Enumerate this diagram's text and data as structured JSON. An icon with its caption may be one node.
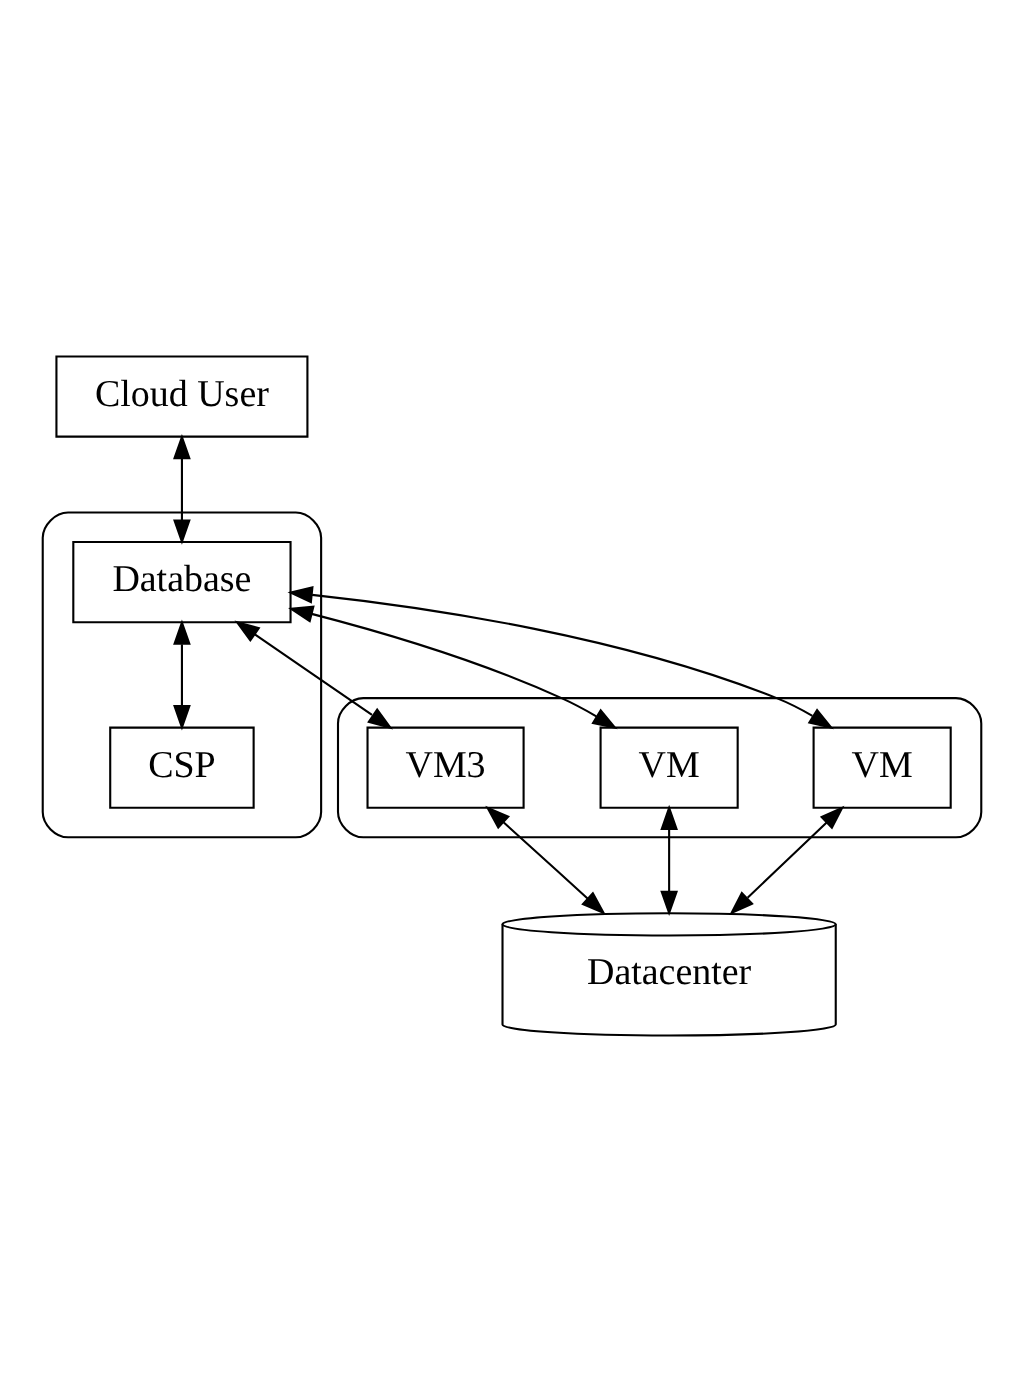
{
  "diagram": {
    "nodes": [
      {
        "text": [
          "Cloud User"
        ]
      },
      {
        "text": [],
        "shape": "box"
      },
      {
        "text": [
          "Database"
        ],
        "in": 1
      },
      {
        "text": [
          "CSP"
        ],
        "in": 1
      },
      {
        "text": [],
        "shape": "box"
      },
      {
        "text": [
          "VM"
        ],
        "in": 4
      },
      {
        "text": [
          "VM"
        ],
        "in": 4
      },
      {
        "text": [
          "VM3"
        ],
        "in": 4
      },
      {
        "text": [
          "Datacenter"
        ]
      }
    ],
    "edges": [
      {
        "from": 0,
        "to": 2,
        "arrow": "both"
      },
      {
        "from": 2,
        "to": 3,
        "arrow": "both"
      },
      {
        "from": 2,
        "to": 5,
        "arrow": "both"
      },
      {
        "from": 2,
        "to": 6,
        "arrow": "both"
      },
      {
        "from": 2,
        "to": 7,
        "arrow": "both"
      },
      {
        "from": 5,
        "to": 8,
        "arrow": "both"
      },
      {
        "from": 6,
        "to": 8,
        "arrow": "both"
      },
      {
        "from": 7,
        "to": 8,
        "arrow": "both"
      }
    ]
  }
}
